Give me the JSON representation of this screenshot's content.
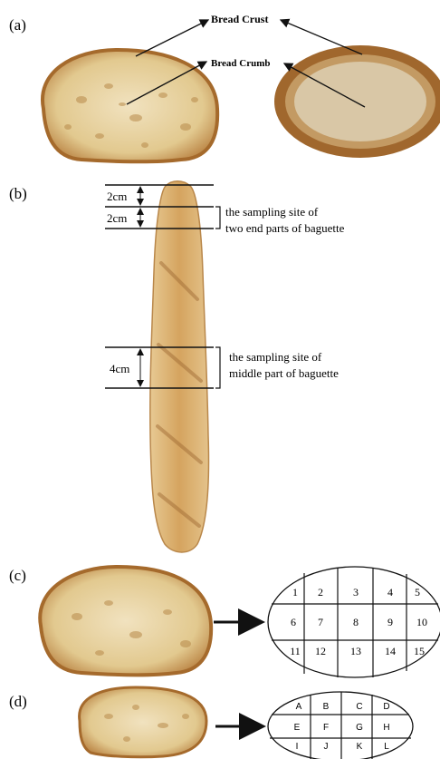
{
  "panels": {
    "a": {
      "label": "(a)",
      "crust_label": "Bread Crust",
      "crumb_label": "Bread Crumb"
    },
    "b": {
      "label": "(b)",
      "measure_end_1": "2cm",
      "measure_end_2": "2cm",
      "end_site_line1": "the sampling site of",
      "end_site_line2": "two end parts of baguette",
      "measure_middle": "4cm",
      "middle_site_line1": "the sampling site of",
      "middle_site_line2": "middle part of baguette"
    },
    "c": {
      "label": "(c)",
      "grid_labels": [
        "1",
        "2",
        "3",
        "4",
        "5",
        "6",
        "7",
        "8",
        "9",
        "10",
        "11",
        "12",
        "13",
        "14",
        "15"
      ]
    },
    "d": {
      "label": "(d)",
      "grid_labels": [
        "A",
        "B",
        "C",
        "D",
        "E",
        "F",
        "G",
        "H",
        "I",
        "J",
        "K",
        "L"
      ]
    }
  },
  "colors": {
    "crust_outer": "#a0672d",
    "crust_mid": "#c39a63",
    "crumb_inner": "#d9c7a6",
    "bread_crust": "#b57a3a",
    "bread_crumb": "#e8d5a8",
    "baguette": "#d8ae6e"
  }
}
